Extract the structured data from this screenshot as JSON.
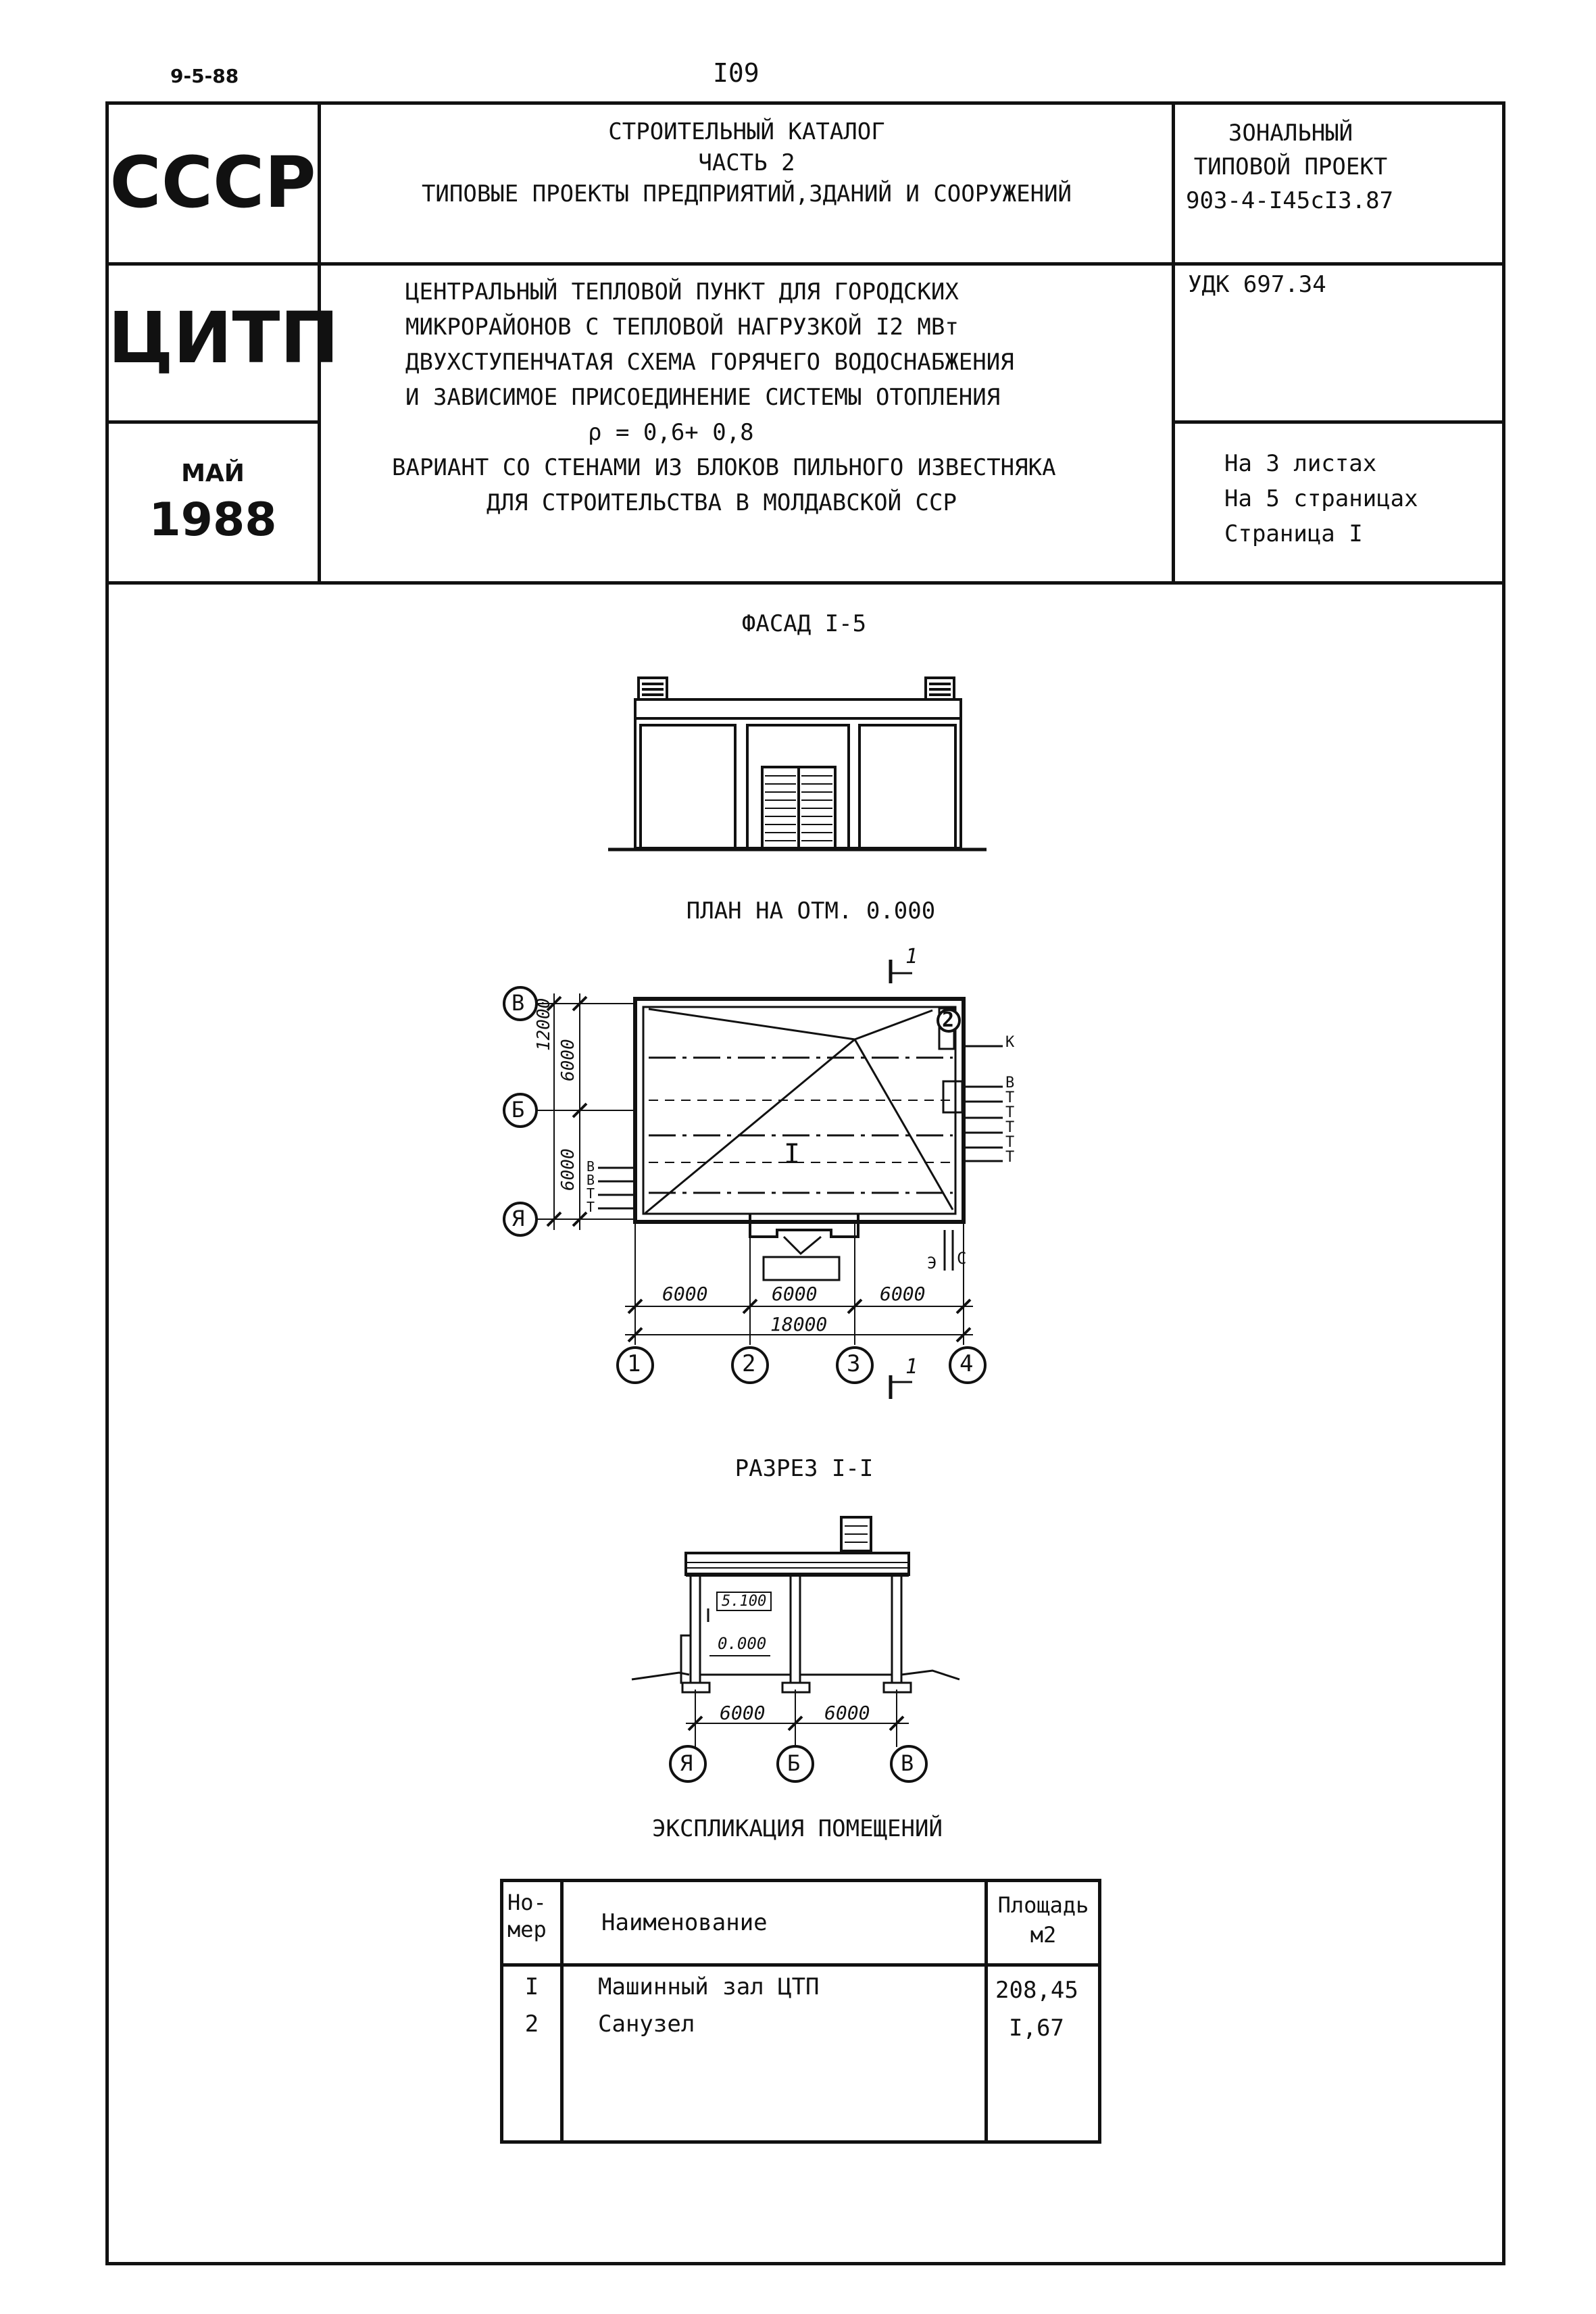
{
  "page": {
    "code": "9-5-88",
    "number": "I09"
  },
  "header": {
    "country": "СССР",
    "catalog_lines": [
      "СТРОИТЕЛЬНЫЙ КАТАЛОГ",
      "ЧАСТЬ 2",
      "ТИПОВЫЕ ПРОЕКТЫ ПРЕДПРИЯТИЙ,ЗДАНИЙ И СООРУЖЕНИЙ"
    ],
    "project_lines": [
      "ЗОНАЛЬНЫЙ",
      "ТИПОВОЙ ПРОЕКТ",
      "903-4-I45cI3.87"
    ],
    "org": "ЦИТП",
    "title_lines": [
      "ЦЕНТРАЛЬНЫЙ ТЕПЛОВОЙ ПУНКТ ДЛЯ ГОРОДСКИХ",
      "МИКРОРАЙОНОВ С ТЕПЛОВОЙ НАГРУЗКОЙ I2 МВт",
      "ДВУХСТУПЕНЧАТАЯ СХЕМА ГОРЯЧЕГО ВОДОСНАБЖЕНИЯ",
      "И ЗАВИСИМОЕ ПРИСОЕДИНЕНИЕ СИСТЕМЫ ОТОПЛЕНИЯ",
      "ρ = 0,6+ 0,8",
      "ВАРИАНТ СО СТЕНАМИ ИЗ БЛОКОВ ПИЛЬНОГО ИЗВЕСТНЯКА",
      "ДЛЯ СТРОИТЕЛЬСТВА В МОЛДАВСКОЙ ССР"
    ],
    "udk": "УДК 697.34",
    "month": "МАЙ",
    "year": "1988",
    "sheets_lines": [
      "На 3 листах",
      "На 5 страницах",
      "Страница I"
    ]
  },
  "drawings": {
    "facade_title": "ФАСАД I-5",
    "plan_title": "ПЛАН НА ОТМ. 0.000",
    "section_title": "РАЗРЕЗ I-I",
    "plan": {
      "axes_rows": [
        "В",
        "Б",
        "Я"
      ],
      "axes_cols": [
        "1",
        "2",
        "3",
        "4"
      ],
      "dims_left": [
        "12000",
        "6000",
        "6000"
      ],
      "dims_bottom": [
        "6000",
        "6000",
        "6000"
      ],
      "dim_total": "18000",
      "room_1": "I",
      "room_2": "2",
      "cut_mark": "1",
      "pipes_right": [
        "К",
        "В",
        "Т",
        "Т",
        "Т",
        "Т",
        "Т"
      ],
      "pipes_left": [
        "В",
        "В",
        "Т",
        "Т"
      ],
      "pipes_bottom": [
        "Э",
        "С"
      ]
    },
    "section": {
      "level_top": "5.100",
      "level_zero": "0.000",
      "dims": [
        "6000",
        "6000"
      ],
      "axes": [
        "Я",
        "Б",
        "В"
      ]
    }
  },
  "explication": {
    "title": "ЭКСПЛИКАЦИЯ ПОМЕЩЕНИЙ",
    "headers": [
      "Но-\nмер",
      "Наименование",
      "Площадь\nм2"
    ],
    "rows": [
      {
        "num": "I",
        "name": "Машинный зал ЦТП",
        "area": "208,45"
      },
      {
        "num": "2",
        "name": "Санузел",
        "area": "I,67"
      }
    ]
  }
}
